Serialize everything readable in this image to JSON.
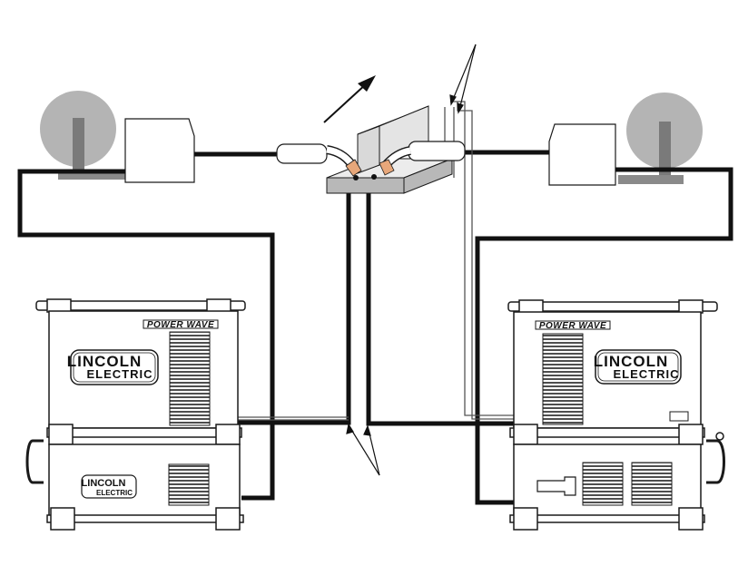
{
  "diagram": {
    "brand_top": "LINCOLN",
    "brand_bottom": "ELECTRIC",
    "model": "POWER WAVE"
  },
  "colors": {
    "cable": "#111111",
    "spool": "#b4b4b4",
    "spool_hub": "#7a7a7a",
    "workpiece_top": "#ececec",
    "workpiece_side": "#b8b8b8",
    "torch_tip": "#e7a77a",
    "outline": "#1a1a1a"
  }
}
